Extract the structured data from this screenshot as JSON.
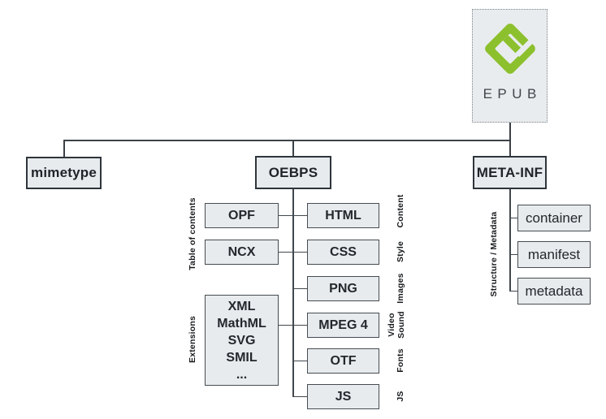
{
  "root": {
    "label": "EPUB"
  },
  "colors": {
    "logo_green": "#8CC02D",
    "logo_box_bg": "#E9ECEE",
    "node_bg": "#E8EBED",
    "line": "#3B4147"
  },
  "level1": {
    "mimetype": "mimetype",
    "oebps": "OEBPS",
    "meta_inf": "META-INF"
  },
  "oebps": {
    "left_group_label": "Table of contents",
    "left": [
      {
        "label": "OPF"
      },
      {
        "label": "NCX"
      }
    ],
    "extensions": {
      "label": "Extensions",
      "lines": [
        "XML",
        "MathML",
        "SVG",
        "SMIL",
        "..."
      ]
    },
    "right": [
      {
        "label": "HTML",
        "tag": "Content"
      },
      {
        "label": "CSS",
        "tag": "Style"
      },
      {
        "label": "PNG",
        "tag": "Images"
      },
      {
        "label": "MPEG 4",
        "tag_a": "Video",
        "tag_b": "Sound"
      },
      {
        "label": "OTF",
        "tag": "Fonts"
      },
      {
        "label": "JS",
        "tag": "JS"
      }
    ]
  },
  "meta_inf": {
    "group_label": "Structure / Metadata",
    "children": [
      {
        "label": "container"
      },
      {
        "label": "manifest"
      },
      {
        "label": "metadata"
      }
    ]
  }
}
